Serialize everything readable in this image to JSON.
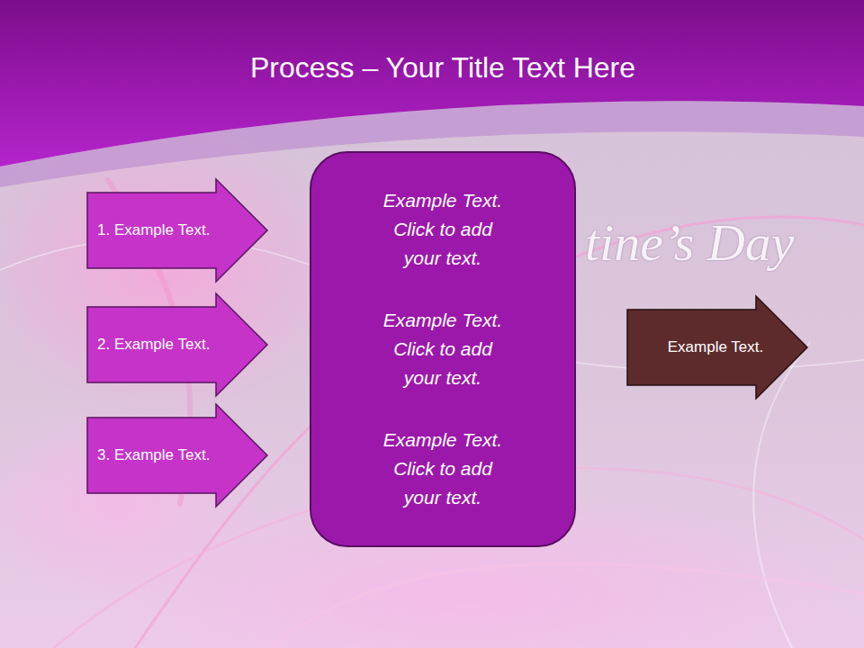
{
  "diagram": {
    "title": "Process – Your Title Text Here",
    "nodes": [
      {
        "text": [
          "1. Example Text."
        ]
      },
      {
        "text": [
          "2. Example Text."
        ]
      },
      {
        "text": [
          "3. Example Text."
        ]
      },
      {
        "text": [
          "Example Text. Click to add your text.",
          "Example Text. Click to add your text.",
          "Example Text. Click to add your text."
        ]
      },
      {
        "text": [
          "Example Text."
        ]
      }
    ],
    "labels": [
      "tine’s Day"
    ]
  }
}
